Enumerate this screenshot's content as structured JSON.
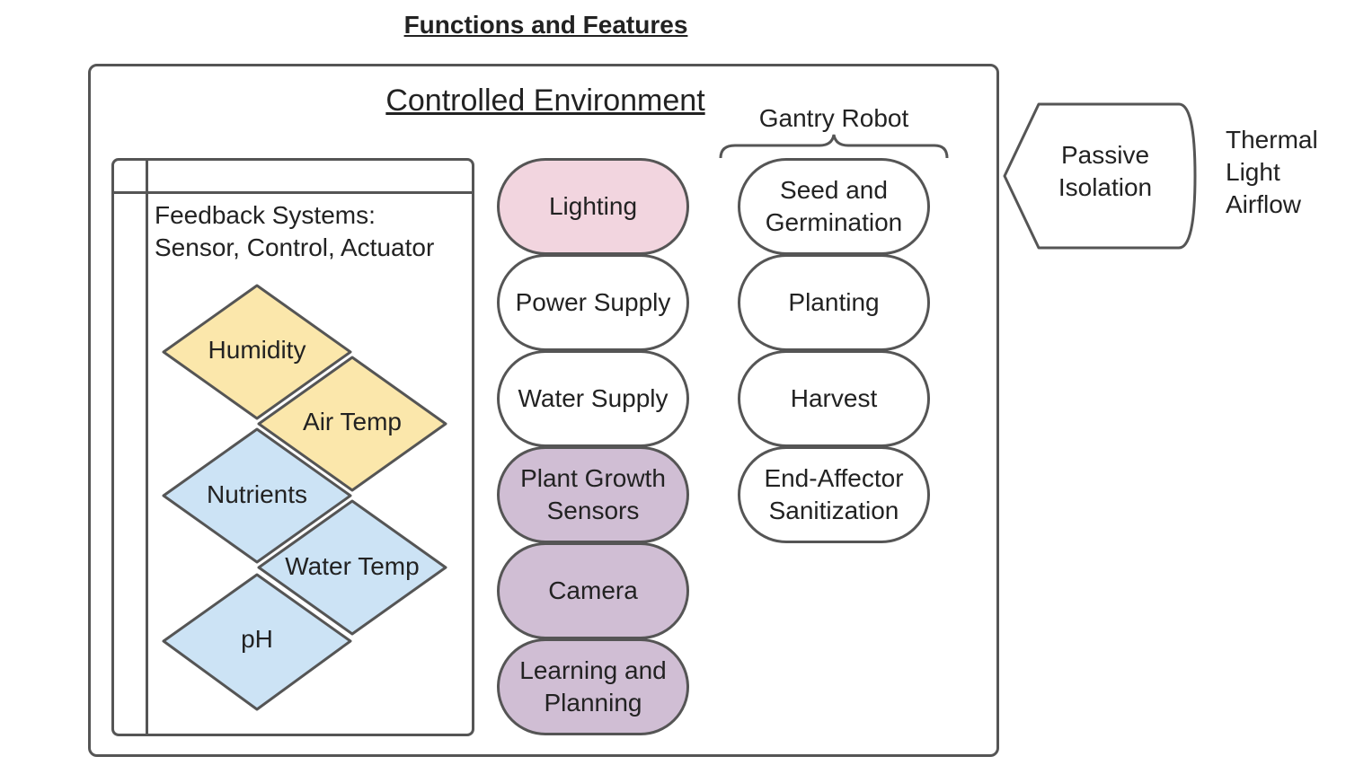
{
  "title": "Functions and Features",
  "environment": {
    "title": "Controlled Environment"
  },
  "feedback": {
    "label_line1": "Feedback Systems:",
    "label_line2": "Sensor, Control, Actuator",
    "diamonds": [
      {
        "label": "Humidity",
        "color": "#fbe7ab"
      },
      {
        "label": "Air Temp",
        "color": "#fbe7ab"
      },
      {
        "label": "Nutrients",
        "color": "#cce3f5"
      },
      {
        "label": "Water Temp",
        "color": "#cce3f5"
      },
      {
        "label": "pH",
        "color": "#cce3f5"
      }
    ]
  },
  "systems": [
    {
      "line1": "Lighting",
      "line2": ""
    },
    {
      "line1": "Power Supply",
      "line2": ""
    },
    {
      "line1": "Water Supply",
      "line2": ""
    },
    {
      "line1": "Plant Growth",
      "line2": "Sensors"
    },
    {
      "line1": "Camera",
      "line2": ""
    },
    {
      "line1": "Learning and",
      "line2": "Planning"
    }
  ],
  "gantry": {
    "title": "Gantry Robot",
    "tasks": [
      {
        "line1": "Seed and",
        "line2": "Germination"
      },
      {
        "line1": "Planting",
        "line2": ""
      },
      {
        "line1": "Harvest",
        "line2": ""
      },
      {
        "line1": "End-Affector",
        "line2": "Sanitization"
      }
    ]
  },
  "passive": {
    "line1": "Passive",
    "line2": "Isolation",
    "items": [
      "Thermal",
      "Light",
      "Airflow"
    ]
  },
  "colors": {
    "pink": "#f2d5df",
    "purple": "#d0bed4",
    "yellow": "#fbe7ab",
    "blue": "#cce3f5",
    "stroke": "#555555"
  }
}
